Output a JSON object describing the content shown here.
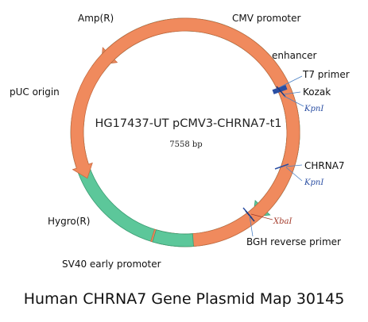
{
  "plasmid": {
    "name": "HG17437-UT pCMV3-CHRNA7-t1",
    "size_bp": "7558 bp"
  },
  "caption": "Human CHRNA7 Gene Plasmid Map 30145",
  "colors": {
    "promoter_green": "#5cc79a",
    "gene_orange": "#f08a5d",
    "backbone": "#efe6b0",
    "site_blue": "#2b4fa3",
    "site_red": "#a33a2a"
  },
  "features": [
    {
      "label": "Amp(R)"
    },
    {
      "label": "CMV promoter"
    },
    {
      "label": "enhancer"
    },
    {
      "label": "T7 primer"
    },
    {
      "label": "Kozak"
    },
    {
      "label": "CHRNA7"
    },
    {
      "label": "BGH reverse primer"
    },
    {
      "label": "Hygro(R)"
    },
    {
      "label": "SV40 early promoter"
    },
    {
      "label": "pUC origin"
    }
  ],
  "sites": [
    {
      "label": "KpnI"
    },
    {
      "label": "KpnI"
    },
    {
      "label": "XbaI"
    }
  ]
}
